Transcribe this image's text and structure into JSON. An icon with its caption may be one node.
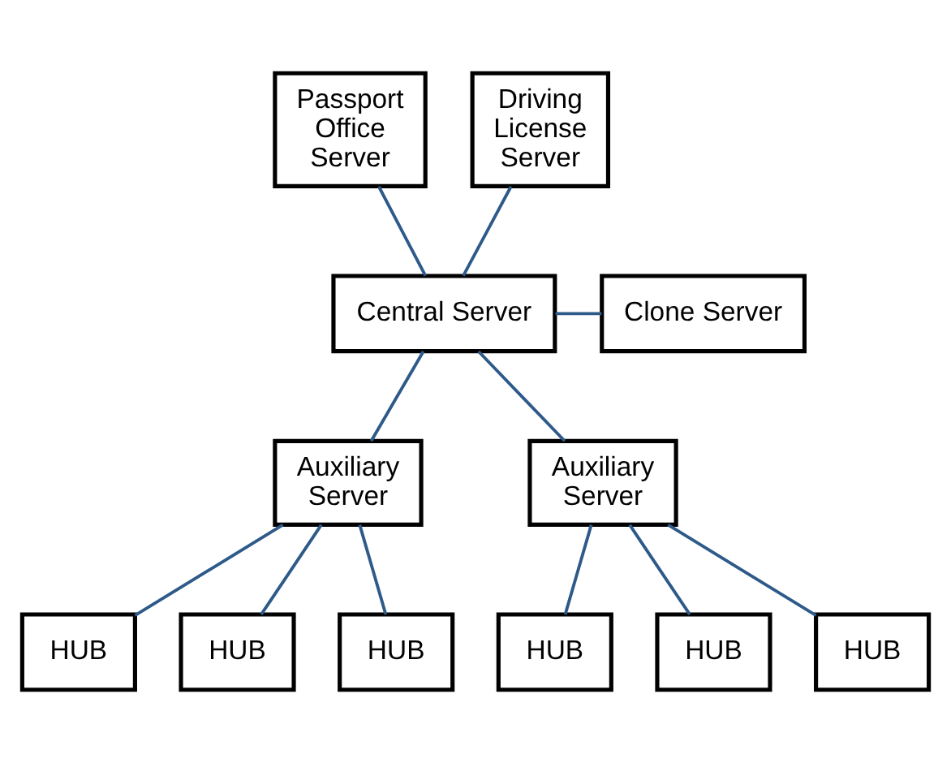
{
  "diagram": {
    "nodes": [
      {
        "text": [
          "Passport Office Server"
        ]
      },
      {
        "text": [
          "Driving License Server"
        ]
      },
      {
        "text": [
          "Central Server"
        ]
      },
      {
        "text": [
          "Clone Server"
        ]
      },
      {
        "text": [
          "Auxiliary Server"
        ]
      },
      {
        "text": [
          "Auxiliary Server"
        ]
      },
      {
        "text": [
          "HUB"
        ]
      },
      {
        "text": [
          "HUB"
        ]
      },
      {
        "text": [
          "HUB"
        ]
      },
      {
        "text": [
          "HUB"
        ]
      },
      {
        "text": [
          "HUB"
        ]
      },
      {
        "text": [
          "HUB"
        ]
      }
    ],
    "edges": [
      {
        "from": 0,
        "to": 2,
        "arrow": "none"
      },
      {
        "from": 1,
        "to": 2,
        "arrow": "none"
      },
      {
        "from": 2,
        "to": 3,
        "arrow": "none"
      },
      {
        "from": 2,
        "to": 4,
        "arrow": "none"
      },
      {
        "from": 2,
        "to": 5,
        "arrow": "none"
      },
      {
        "from": 4,
        "to": 6,
        "arrow": "none"
      },
      {
        "from": 4,
        "to": 7,
        "arrow": "none"
      },
      {
        "from": 4,
        "to": 8,
        "arrow": "none"
      },
      {
        "from": 5,
        "to": 9,
        "arrow": "none"
      },
      {
        "from": 5,
        "to": 10,
        "arrow": "none"
      },
      {
        "from": 5,
        "to": 11,
        "arrow": "none"
      }
    ]
  }
}
